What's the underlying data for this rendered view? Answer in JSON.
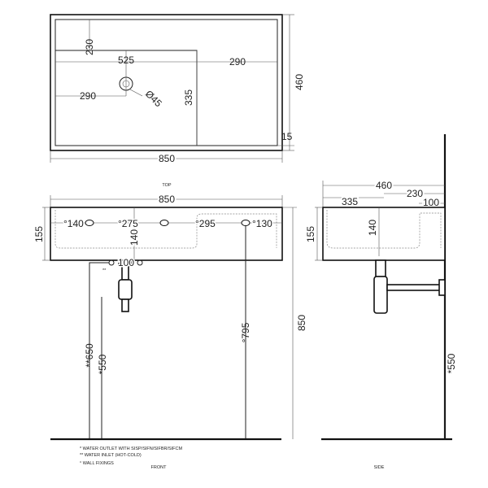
{
  "top_view": {
    "title": "TOP",
    "dims": {
      "width": "850",
      "depth": "460",
      "rim": "15",
      "basin_top": "230",
      "basin_width": "525",
      "right_shelf": "290",
      "drain_offset": "290",
      "basin_depth": "335",
      "drain_diameter": "Ø45"
    }
  },
  "front_view": {
    "title": "FRONT",
    "dims": {
      "width": "850",
      "height": "155",
      "hole1": "°140",
      "hole2": "°275",
      "hole3": "°295",
      "hole4": "°130",
      "drain_depth": "140",
      "inlet_spacing": "100",
      "inlet_height": "**650",
      "outlet_height": "*550",
      "fixing_height": "°795",
      "total_height": "850",
      "inlet_mark": "**"
    }
  },
  "side_view": {
    "title": "SIDE",
    "dims": {
      "depth": "460",
      "basin": "335",
      "shelf": "230",
      "back": "100",
      "height": "155",
      "drain_depth": "140",
      "outlet_height": "*550"
    }
  },
  "notes": [
    "*  WATER OUTLET WITH SISP/SIFN/SIFBR/SIFCM",
    "** WATER INLET  (HOT-COLD)",
    "° WALL FIXINGS"
  ]
}
